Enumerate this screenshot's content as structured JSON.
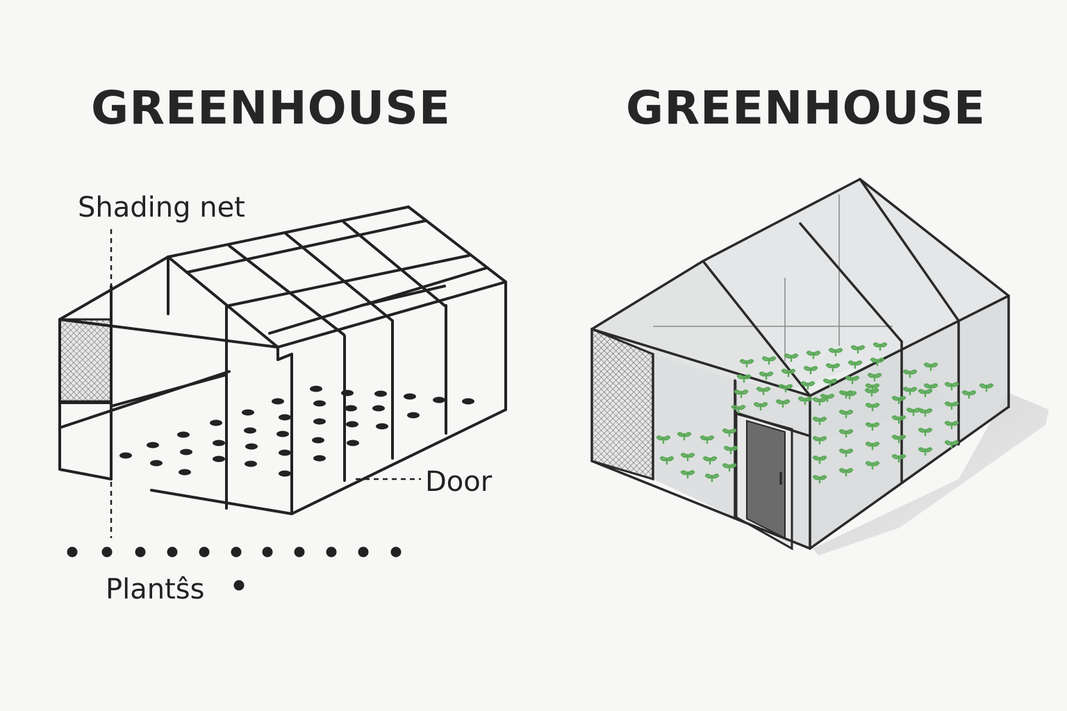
{
  "left_panel": {
    "title": "GREENHOUSE",
    "labels": {
      "shading_net": "Shading net",
      "door": "Door",
      "plants": "Plantŝs"
    }
  },
  "right_panel": {
    "title": "GREENHOUSE"
  },
  "colors": {
    "ink": "#222222",
    "background": "#f7f7f6",
    "glass": "#d9dbdc",
    "plant_green": "#5daa5a",
    "door_fill": "#6b6b6b",
    "shadow": "#d2d2d2"
  }
}
